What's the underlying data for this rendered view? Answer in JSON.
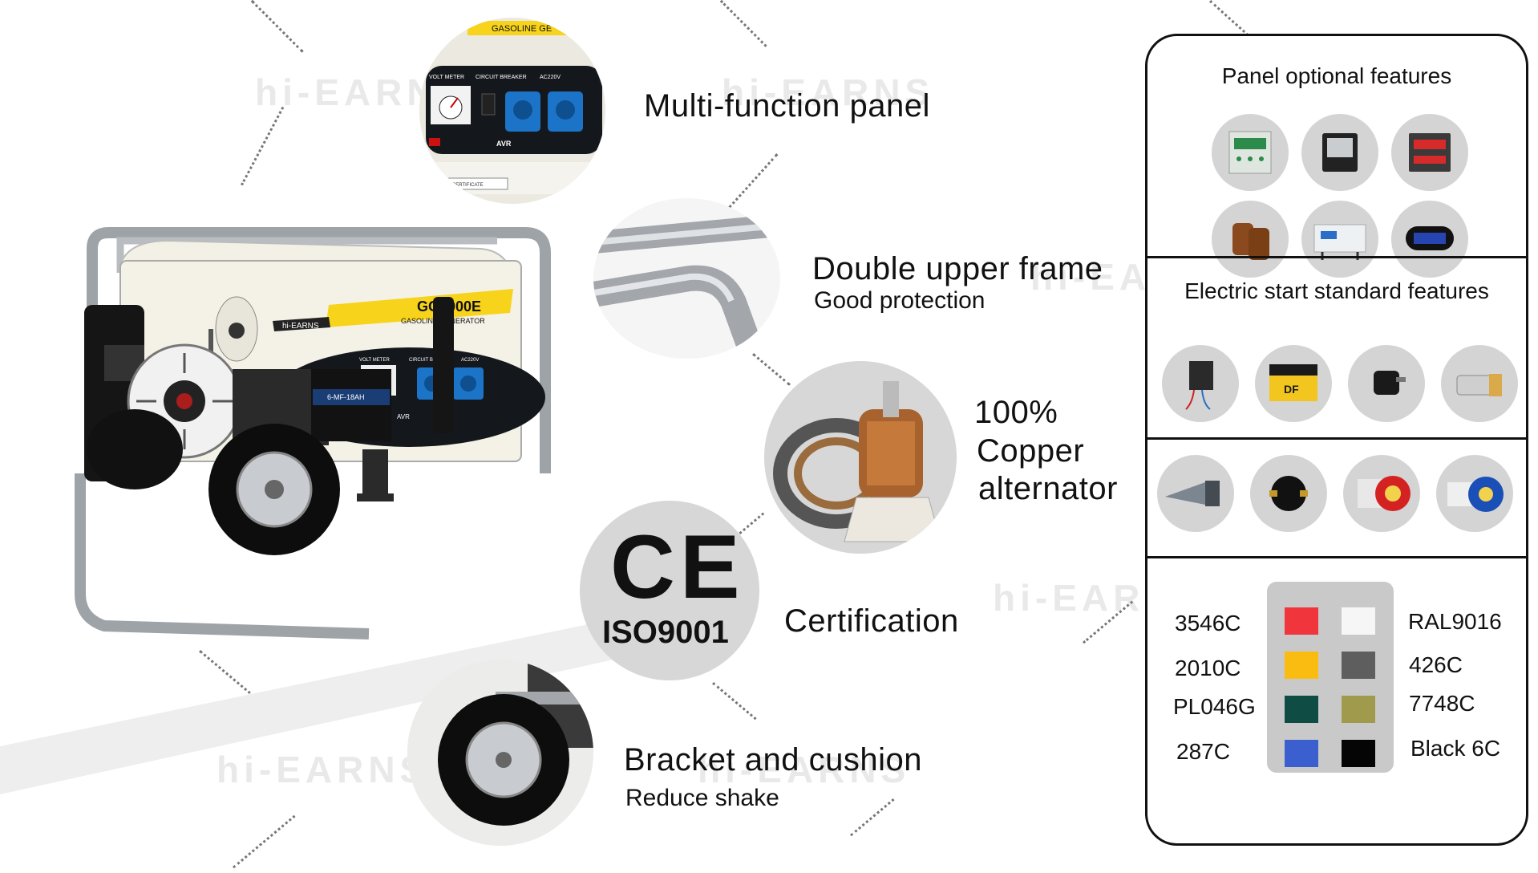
{
  "features": {
    "panel": {
      "title": "Multi-function panel"
    },
    "frame": {
      "title": "Double upper frame",
      "subtitle": "Good protection"
    },
    "copper": {
      "line1": "100%",
      "line2": "Copper",
      "line3": "alternator"
    },
    "cert": {
      "title": "Certification",
      "badge_top": "CE",
      "badge_bottom": "ISO9001"
    },
    "bracket": {
      "title": "Bracket and cushion",
      "subtitle": "Reduce shake"
    }
  },
  "generator": {
    "model": "GG6000E",
    "subtitle": "GASOLINE GENERATOR",
    "brand": "hi-EARNS",
    "panel_labels": {
      "voltmeter": "VOLT METER",
      "breaker": "CIRCUIT BREAKER",
      "ac": "AC220V",
      "avr": "AVR"
    },
    "battery_label": "6-MF-18AH"
  },
  "zoom_panel": {
    "banner": "GASOLINE GE",
    "voltmeter": "VOLT METER",
    "breaker": "CIRCUIT BREAKER",
    "ac": "AC220V",
    "avr": "AVR",
    "cert": "TEST CERTIFICATE"
  },
  "sidebar": {
    "section1_title": "Panel optional features",
    "section2_title": "Electric start standard features",
    "colors": [
      {
        "code": "3546C",
        "hex": "#f0363c"
      },
      {
        "code": "RAL9016",
        "hex": "#f6f6f6"
      },
      {
        "code": "2010C",
        "hex": "#fbbc12"
      },
      {
        "code": "426C",
        "hex": "#5e5e5e"
      },
      {
        "code": "PL046G",
        "hex": "#0f4d44"
      },
      {
        "code": "7748C",
        "hex": "#a09a4c"
      },
      {
        "code": "287C",
        "hex": "#3b5fce"
      },
      {
        "code": "Black 6C",
        "hex": "#050505"
      }
    ]
  },
  "watermark": "hi-EARNS"
}
